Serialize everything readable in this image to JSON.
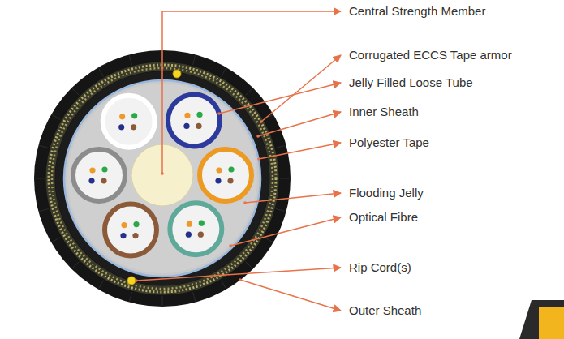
{
  "diagram": {
    "labels": [
      "Central Strength Member",
      "Corrugated ECCS Tape armor",
      "Jelly Filled Loose Tube",
      "Inner Sheath",
      "Polyester Tape",
      "Flooding Jelly",
      "Optical Fibre",
      "Rip Cord(s)",
      "Outer Sheath"
    ]
  }
}
